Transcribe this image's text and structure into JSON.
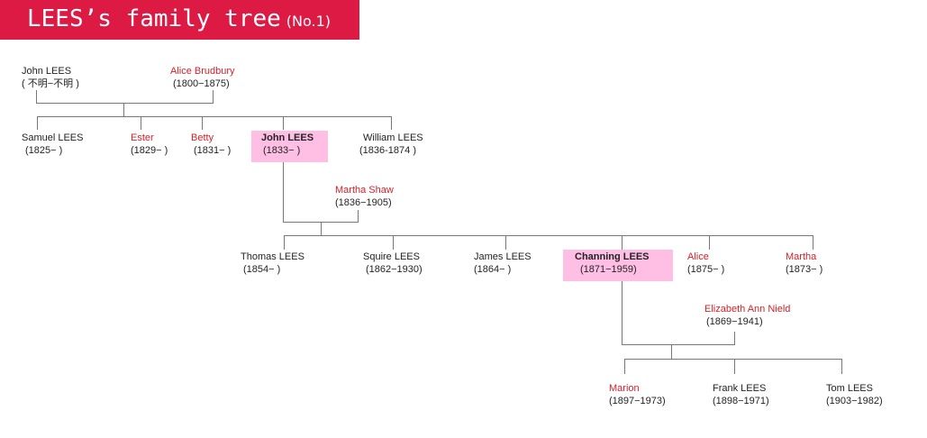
{
  "header": {
    "title": "LEES’s family tree",
    "subtitle": "(No.1)"
  },
  "colors": {
    "banner": "#dc1a44",
    "highlight": "#ffbfe5",
    "female_text": "#d2232a",
    "male_text": "#222222",
    "line": "#777777"
  },
  "people": {
    "john_sr": {
      "name": "John LEES",
      "dates": "( 不明−不明 )"
    },
    "alice": {
      "name": "Alice Brudbury",
      "dates": "(1800−1875)"
    },
    "samuel": {
      "name": "Samuel LEES",
      "dates": "(1825−   )"
    },
    "ester": {
      "name": "Ester",
      "dates": "(1829−   )"
    },
    "betty": {
      "name": "Betty",
      "dates": "(1831−   )"
    },
    "john_jr": {
      "name": "John LEES",
      "dates": "(1833−   )"
    },
    "william": {
      "name": "William LEES",
      "dates": "(1836-1874 )"
    },
    "martha_shaw": {
      "name": "Martha Shaw",
      "dates": "(1836−1905)"
    },
    "thomas": {
      "name": "Thomas LEES",
      "dates": "(1854−   )"
    },
    "squire": {
      "name": "Squire LEES",
      "dates": "(1862−1930)"
    },
    "james": {
      "name": "James LEES",
      "dates": "(1864−   )"
    },
    "channing": {
      "name": "Channing LEES",
      "dates": "(1871−1959)"
    },
    "alice2": {
      "name": "Alice",
      "dates": "(1875−   )"
    },
    "martha": {
      "name": "Martha",
      "dates": "(1873−   )"
    },
    "elizabeth": {
      "name": "Elizabeth Ann Nield",
      "dates": "(1869−1941)"
    },
    "marion": {
      "name": "Marion",
      "dates": "(1897−1973)"
    },
    "frank": {
      "name": "Frank LEES",
      "dates": "(1898−1971)"
    },
    "tom": {
      "name": "Tom LEES",
      "dates": "(1903−1982)"
    }
  }
}
